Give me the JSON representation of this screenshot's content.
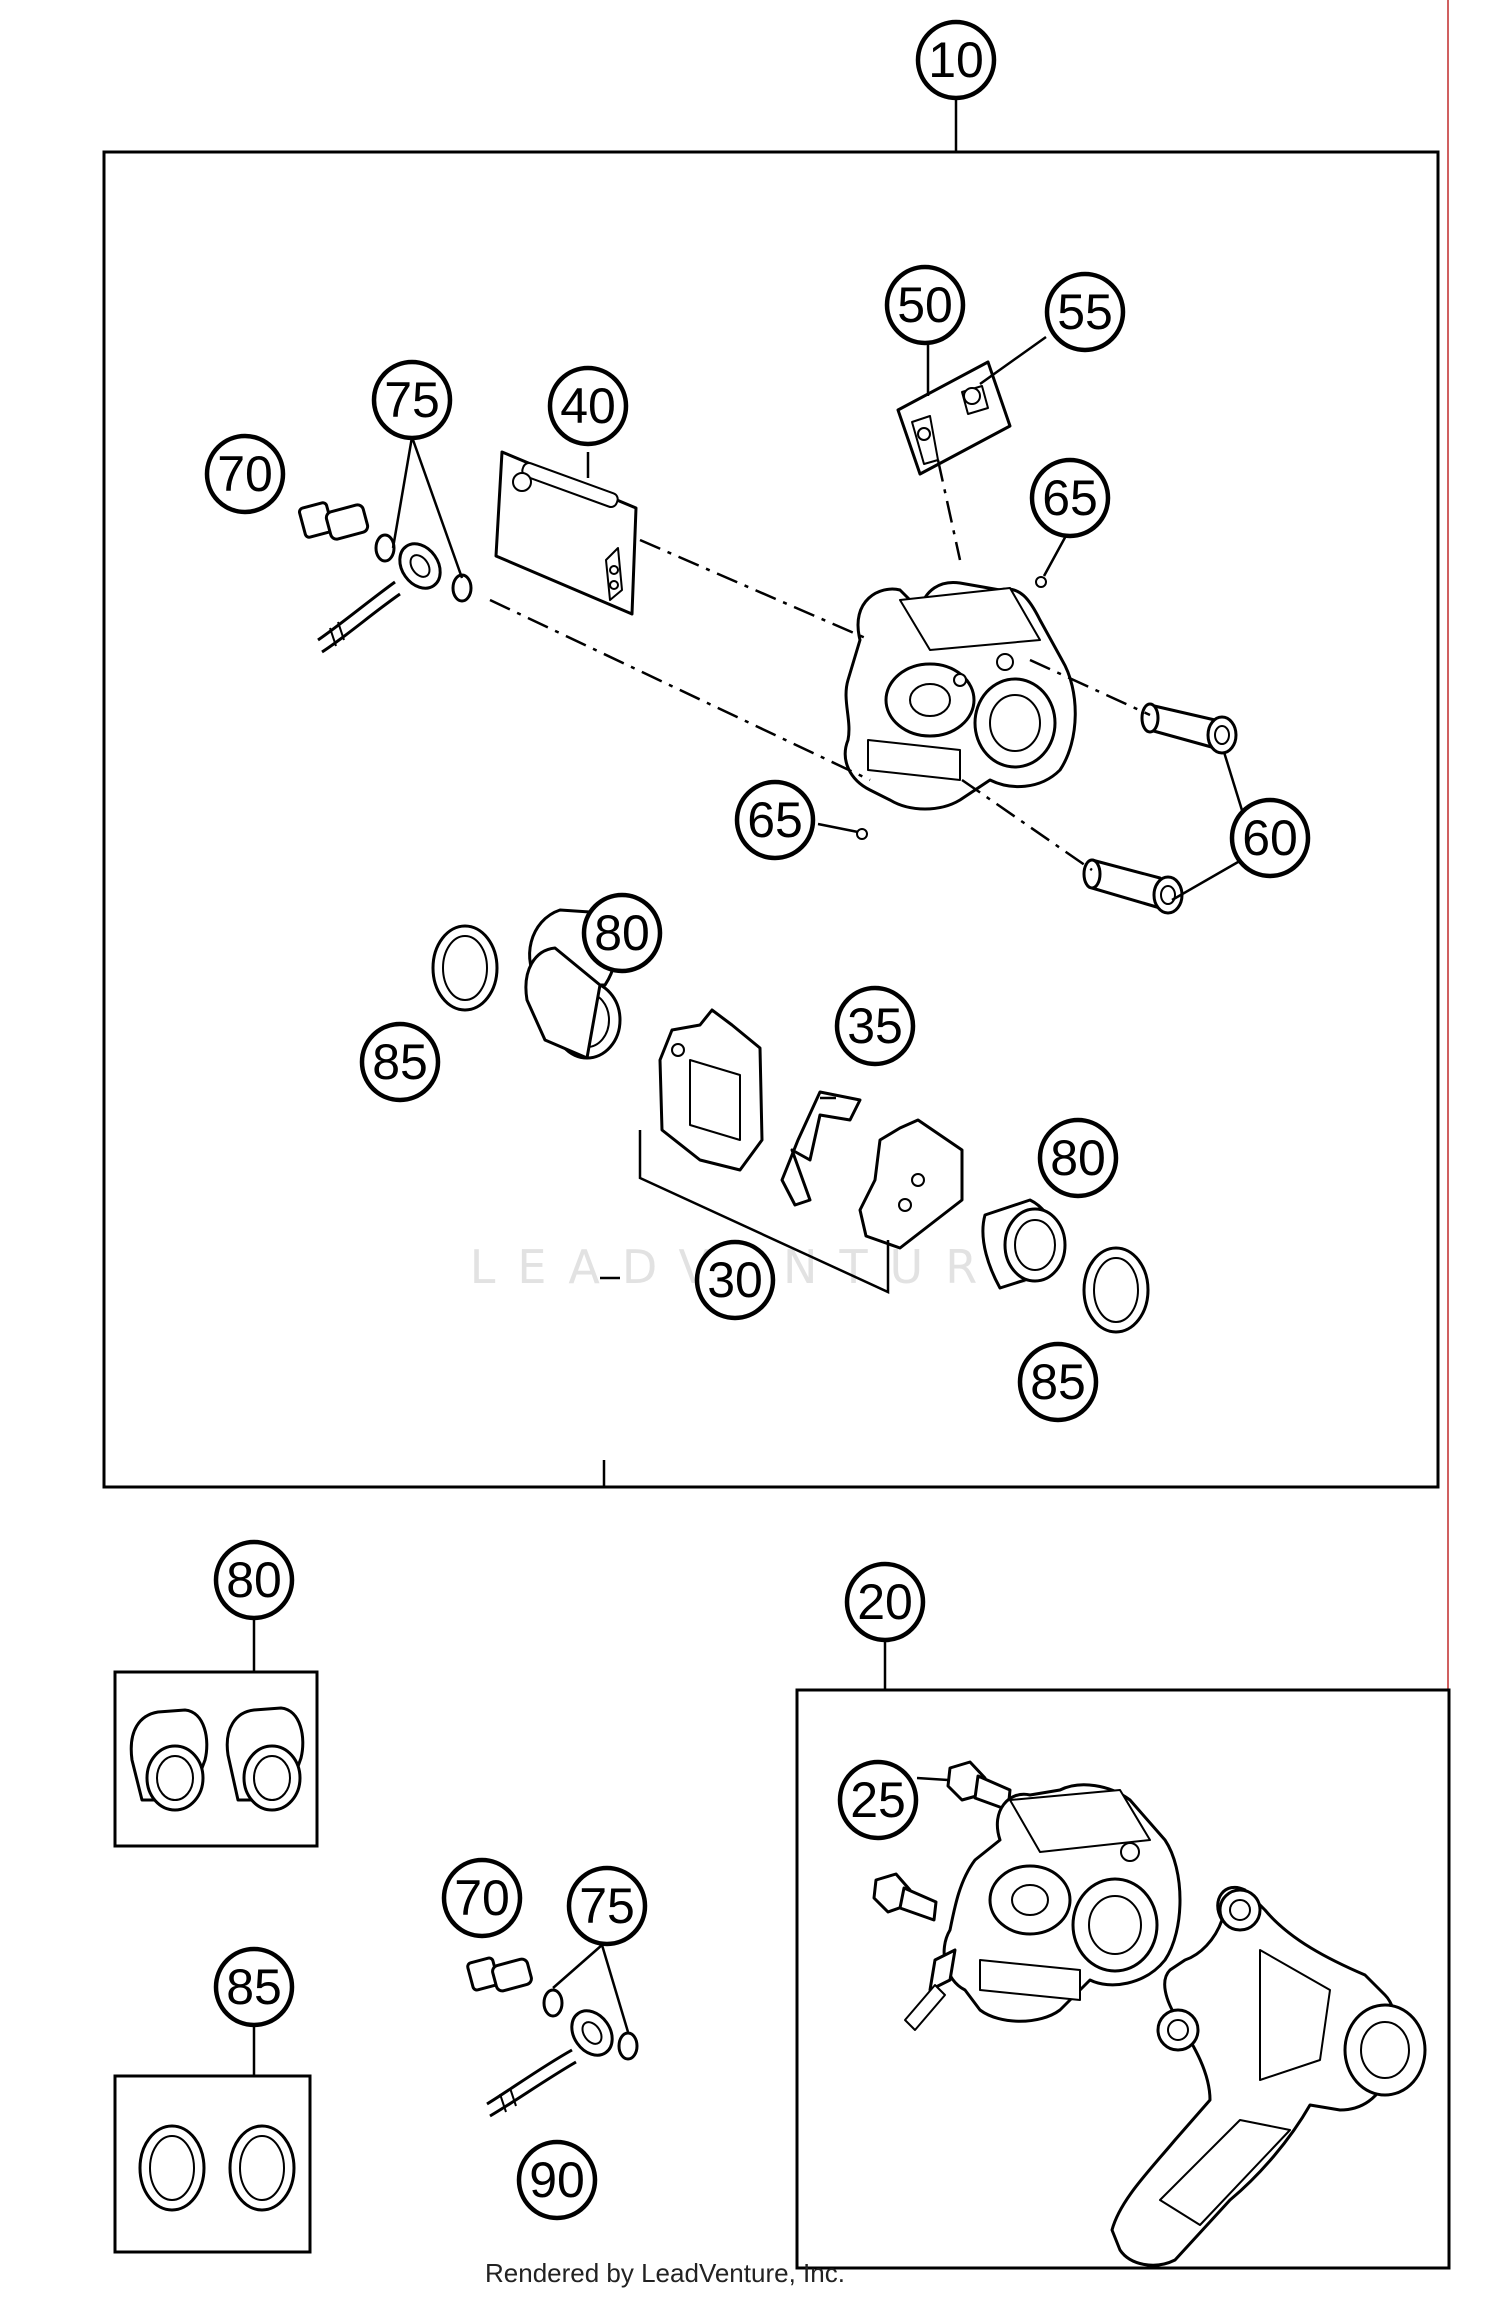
{
  "callouts": {
    "c10": "10",
    "c20": "20",
    "c25": "25",
    "c30": "30",
    "c35": "35",
    "c40": "40",
    "c50": "50",
    "c55": "55",
    "c60": "60",
    "c65a": "65",
    "c65b": "65",
    "c70a": "70",
    "c70b": "70",
    "c75a": "75",
    "c75b": "75",
    "c80a": "80",
    "c80b": "80",
    "c80c": "80",
    "c85a": "85",
    "c85b": "85",
    "c85c": "85",
    "c90": "90"
  },
  "watermark": "LEADVENTURE",
  "footer": "Rendered by LeadVenture, Inc."
}
